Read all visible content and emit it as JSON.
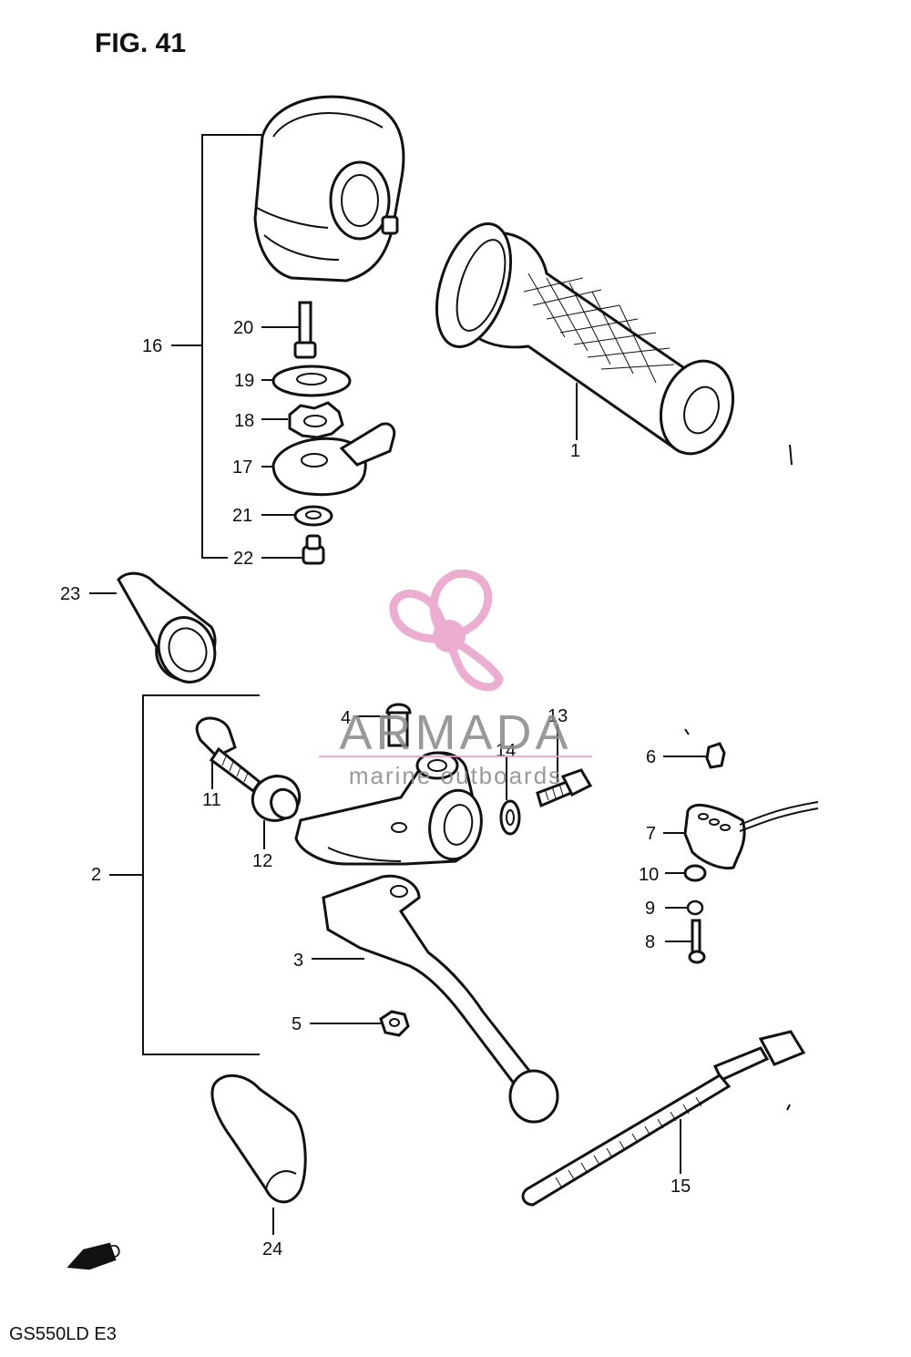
{
  "figure": {
    "title": "FIG. 41",
    "model_code": "GS550LD E3"
  },
  "watermark": {
    "brand": "ARMADA",
    "tagline": "marine outboards",
    "logo_color": "#e8a0c8",
    "text_color": "#888888"
  },
  "fwd_label": "FWD",
  "callouts": {
    "c1": "1",
    "c2": "2",
    "c3": "3",
    "c4": "4",
    "c5": "5",
    "c6": "6",
    "c7": "7",
    "c8": "8",
    "c9": "9",
    "c10": "10",
    "c11": "11",
    "c12": "12",
    "c13": "13",
    "c14": "14",
    "c15": "15",
    "c16": "16",
    "c17": "17",
    "c18": "18",
    "c19": "19",
    "c20": "20",
    "c21": "21",
    "c22": "22",
    "c23": "23",
    "c24": "24"
  }
}
